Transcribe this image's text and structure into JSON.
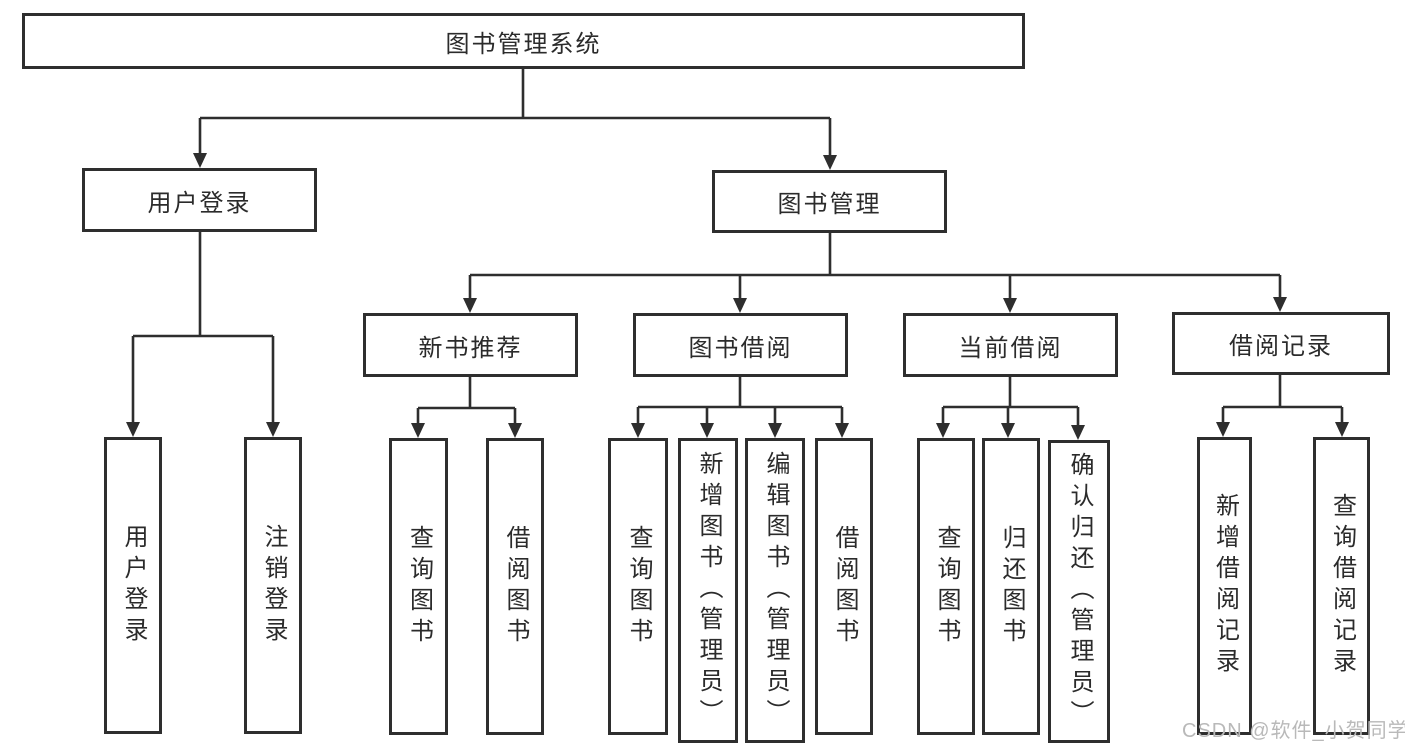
{
  "diagram": {
    "root": {
      "label": "图书管理系统"
    },
    "branches": [
      {
        "label": "用户登录",
        "children": [
          {
            "label": "用户登录"
          },
          {
            "label": "注销登录"
          }
        ]
      },
      {
        "label": "图书管理",
        "children": [
          {
            "label": "新书推荐",
            "children": [
              {
                "label": "查询图书"
              },
              {
                "label": "借阅图书"
              }
            ]
          },
          {
            "label": "图书借阅",
            "children": [
              {
                "label": "查询图书"
              },
              {
                "label": "新增图书（管理员）"
              },
              {
                "label": "编辑图书（管理员）"
              },
              {
                "label": "借阅图书"
              }
            ]
          },
          {
            "label": "当前借阅",
            "children": [
              {
                "label": "查询图书"
              },
              {
                "label": "归还图书"
              },
              {
                "label": "确认归还（管理员）"
              }
            ]
          },
          {
            "label": "借阅记录",
            "children": [
              {
                "label": "新增借阅记录"
              },
              {
                "label": "查询借阅记录"
              }
            ]
          }
        ]
      }
    ]
  },
  "watermark": {
    "text": "CSDN @软件_小贺同学"
  },
  "colors": {
    "line": "#2e2e2e",
    "text": "#2b2b2b",
    "watermark": "#b9b9b9",
    "background": "#ffffff"
  }
}
